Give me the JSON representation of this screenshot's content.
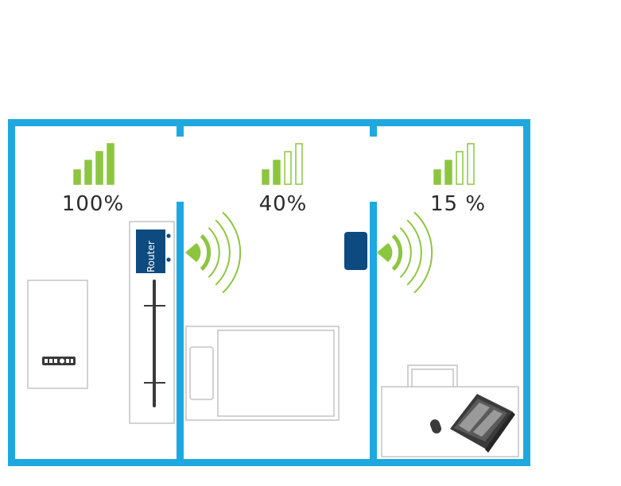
{
  "colors": {
    "wall": "#1fa8e0",
    "signal": "#8cc63f",
    "device": "#0d4a80",
    "furniture": "#c4c4c4",
    "text": "#2a2a2a"
  },
  "rooms": [
    {
      "signal_label": "100%",
      "signal_bars_filled": 4,
      "signal_bars_total": 4
    },
    {
      "signal_label": "40%",
      "signal_bars_filled": 2,
      "signal_bars_total": 4
    },
    {
      "signal_label": "15 %",
      "signal_bars_filled": 2,
      "signal_bars_total": 4
    }
  ],
  "router": {
    "label": "Router"
  },
  "icons": [
    "signal-bars-icon",
    "wifi-waves-icon",
    "router-icon",
    "repeater-icon",
    "tv-remote-icon",
    "laptop-icon",
    "mouse-icon",
    "bed-icon",
    "desk-icon"
  ]
}
